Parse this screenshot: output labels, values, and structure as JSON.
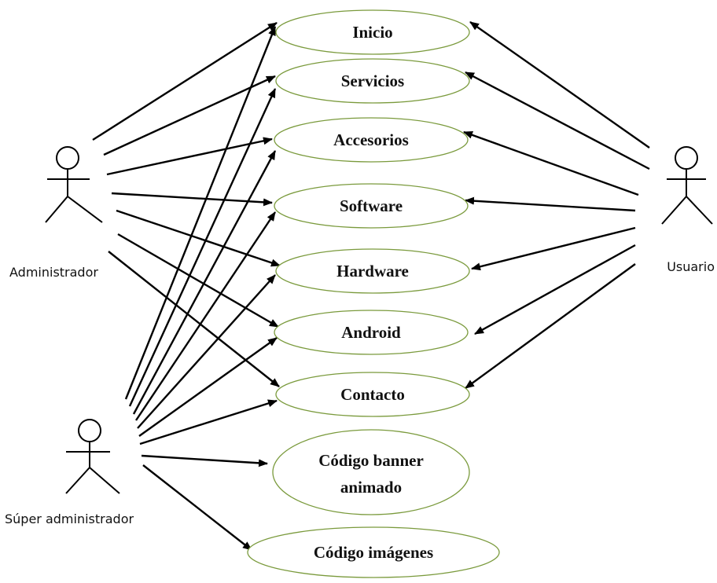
{
  "actors": [
    {
      "id": "administrador",
      "label": "Administrador"
    },
    {
      "id": "usuario",
      "label": "Usuario"
    },
    {
      "id": "super",
      "label": "Súper administrador"
    }
  ],
  "use_cases": [
    {
      "id": "inicio",
      "lines": [
        "Inicio"
      ]
    },
    {
      "id": "servicios",
      "lines": [
        "Servicios"
      ]
    },
    {
      "id": "accesorios",
      "lines": [
        "Accesorios"
      ]
    },
    {
      "id": "software",
      "lines": [
        "Software"
      ]
    },
    {
      "id": "hardware",
      "lines": [
        "Hardware"
      ]
    },
    {
      "id": "android",
      "lines": [
        "Android"
      ]
    },
    {
      "id": "contacto",
      "lines": [
        "Contacto"
      ]
    },
    {
      "id": "banner",
      "lines": [
        "Código banner",
        "animado"
      ]
    },
    {
      "id": "imagenes",
      "lines": [
        "Código imágenes"
      ]
    }
  ],
  "associations": [
    {
      "from": "administrador",
      "to": "inicio"
    },
    {
      "from": "administrador",
      "to": "servicios"
    },
    {
      "from": "administrador",
      "to": "accesorios"
    },
    {
      "from": "administrador",
      "to": "software"
    },
    {
      "from": "administrador",
      "to": "hardware"
    },
    {
      "from": "administrador",
      "to": "android"
    },
    {
      "from": "administrador",
      "to": "contacto"
    },
    {
      "from": "usuario",
      "to": "inicio"
    },
    {
      "from": "usuario",
      "to": "servicios"
    },
    {
      "from": "usuario",
      "to": "accesorios"
    },
    {
      "from": "usuario",
      "to": "software"
    },
    {
      "from": "usuario",
      "to": "hardware"
    },
    {
      "from": "usuario",
      "to": "android"
    },
    {
      "from": "usuario",
      "to": "contacto"
    },
    {
      "from": "super",
      "to": "inicio"
    },
    {
      "from": "super",
      "to": "servicios"
    },
    {
      "from": "super",
      "to": "accesorios"
    },
    {
      "from": "super",
      "to": "software"
    },
    {
      "from": "super",
      "to": "hardware"
    },
    {
      "from": "super",
      "to": "android"
    },
    {
      "from": "super",
      "to": "contacto"
    },
    {
      "from": "super",
      "to": "banner"
    },
    {
      "from": "super",
      "to": "imagenes"
    }
  ]
}
